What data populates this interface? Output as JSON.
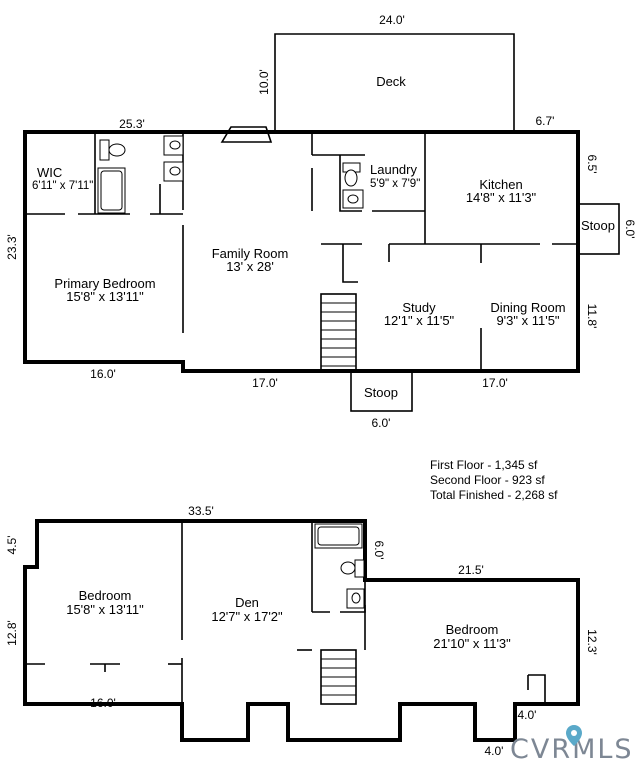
{
  "first_floor": {
    "deck": {
      "label": "Deck",
      "width": "24.0'",
      "depth": "10.0'"
    },
    "wic": {
      "label": "WIC",
      "size": "6'11\" x 7'11\""
    },
    "laundry": {
      "label": "Laundry",
      "size": "5'9\" x 7'9\""
    },
    "kitchen": {
      "label": "Kitchen",
      "size": "14'8\" x 11'3\""
    },
    "family_room": {
      "label": "Family Room",
      "size": "13' x 28'"
    },
    "primary_bedroom": {
      "label": "Primary Bedroom",
      "size": "15'8\" x 13'11\""
    },
    "study": {
      "label": "Study",
      "size": "12'1\" x 11'5\""
    },
    "dining_room": {
      "label": "Dining Room",
      "size": "9'3\" x 11'5\""
    },
    "stoop_side": {
      "label": "Stoop",
      "depth": "6.0'"
    },
    "stoop_front": {
      "label": "Stoop",
      "width": "6.0'"
    },
    "measurements": {
      "top_left": "25.3'",
      "top_right": "6.7'",
      "right_upper": "6.5'",
      "right_lower": "11.8'",
      "left": "23.3'",
      "bottom_left": "16.0'",
      "bottom_mid": "17.0'",
      "bottom_right": "17.0'"
    }
  },
  "summary": {
    "first": "First Floor - 1,345 sf",
    "second": "Second Floor - 923 sf",
    "total": "Total Finished - 2,268 sf"
  },
  "second_floor": {
    "bedroom_left": {
      "label": "Bedroom",
      "size": "15'8\" x 13'11\""
    },
    "den": {
      "label": "Den",
      "size": "12'7\" x 17'2\""
    },
    "bedroom_right": {
      "label": "Bedroom",
      "size": "21'10\" x 11'3\""
    },
    "measurements": {
      "top": "33.5'",
      "top_left_short": "4.5'",
      "bath_drop": "6.0'",
      "right_top": "21.5'",
      "left": "12.8'",
      "right": "12.3'",
      "bottom_left": "16.0'",
      "bump": "4.0'",
      "bottom_right": "4.0'"
    }
  },
  "brand": {
    "logo_text": "CVRMLS",
    "logo_icon": "location-pin-icon"
  }
}
